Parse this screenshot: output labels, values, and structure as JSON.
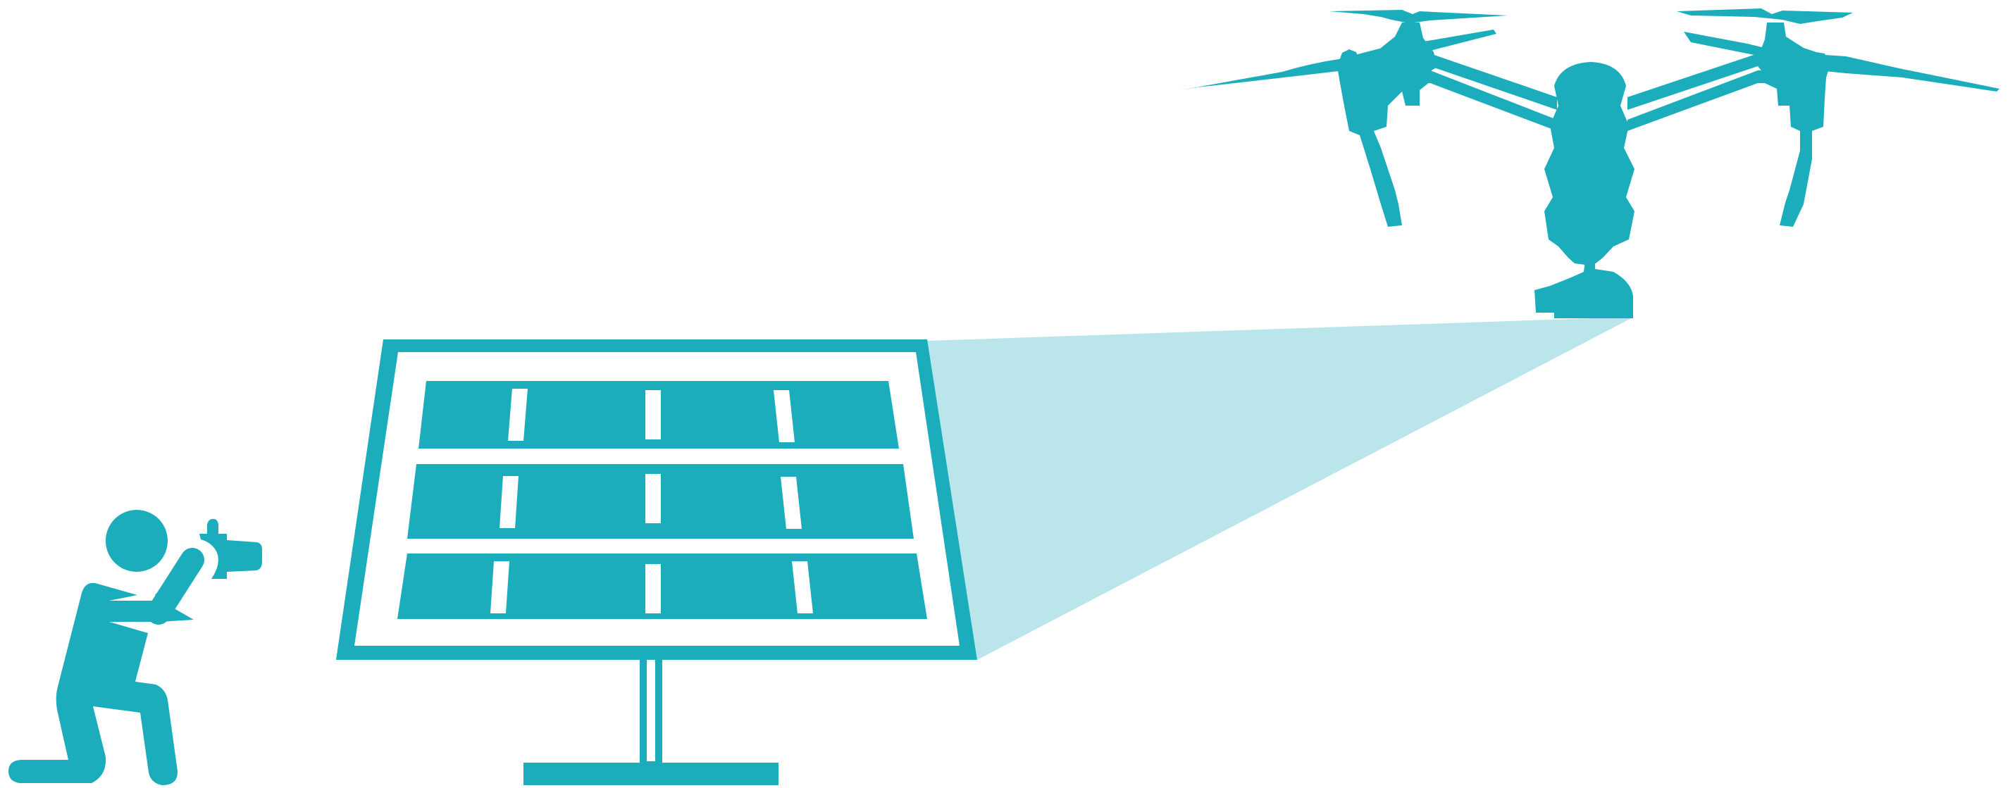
{
  "colors": {
    "primary": "#1CADBD",
    "beam": "#BAE6EB",
    "background": "#FFFFFF"
  },
  "icons": {
    "person": "kneeling-photographer-icon",
    "camera": "camera-icon",
    "panel": "solar-panel-icon",
    "drone": "drone-icon",
    "beam": "camera-view-cone"
  },
  "solar_panel": {
    "rows": 3
  },
  "drone": {
    "propellers": 2
  }
}
